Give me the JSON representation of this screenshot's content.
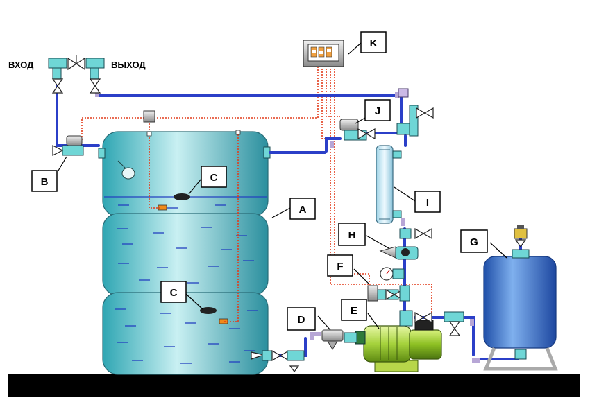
{
  "inlet_label": "ВХОД",
  "outlet_label": "ВЫХОД",
  "callouts": {
    "A": "A",
    "B": "B",
    "C_upper": "C",
    "C_lower": "C",
    "D": "D",
    "E": "E",
    "F": "F",
    "G": "G",
    "H": "H",
    "I": "I",
    "J": "J",
    "K": "K"
  },
  "colors": {
    "water_pipe": "#2b3fc8",
    "signal_wire": "#e23b1a",
    "tank_fill": "#7fd0d6",
    "accumulator": "#3f74cf",
    "pump_body": "#9ed13a",
    "ground": "#000000"
  },
  "icons": [
    "storage-tank",
    "float-switch",
    "solenoid-valve",
    "filter",
    "uv-sterilizer",
    "pressure-gauge",
    "pressure-switch",
    "pump",
    "hydro-accumulator",
    "control-box"
  ]
}
